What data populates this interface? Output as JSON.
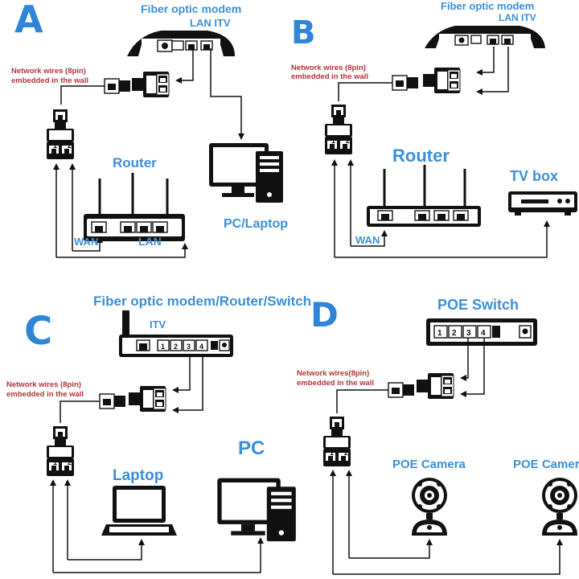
{
  "panels": {
    "A": {
      "letter": "A",
      "modem_label_1": "Fiber optic modem",
      "modem_label_2": "LAN ITV",
      "wires_label_1": "Network wires (8pin)",
      "wires_label_2": "embedded in the wall",
      "router_label": "Router",
      "wan_label": "WAN",
      "lan_label": "LAN",
      "pc_label": "PC/Laptop"
    },
    "B": {
      "letter": "B",
      "modem_label_1": "Fiber optic modem",
      "modem_label_2": "LAN ITV",
      "wires_label_1": "Network wires (8pin)",
      "wires_label_2": "embedded in the wall",
      "router_label": "Router",
      "tvbox_label": "TV box",
      "wan_label": "WAN"
    },
    "C": {
      "letter": "C",
      "modem_label": "Fiber optic modem/Router/Switch",
      "itv_label": "ITV",
      "wires_label_1": "Network wires (8pin)",
      "wires_label_2": "embedded in the wall",
      "laptop_label": "Laptop",
      "pc_label": "PC"
    },
    "D": {
      "letter": "D",
      "switch_label": "POE Switch",
      "wires_label_1": "Network wires(8pin)",
      "wires_label_2": "embedded in the wall",
      "camera1_label": "POE Camera",
      "camera2_label": "POE Camera"
    }
  },
  "port_numbers": [
    "1",
    "2",
    "3",
    "4"
  ],
  "splitter_numbers": [
    "1",
    "2"
  ],
  "colors": {
    "letter": "#2f86d8",
    "title_blue": "#3d8fd6",
    "wire_label_red": "#b3343a",
    "device": "#111111",
    "line": "#111111"
  }
}
